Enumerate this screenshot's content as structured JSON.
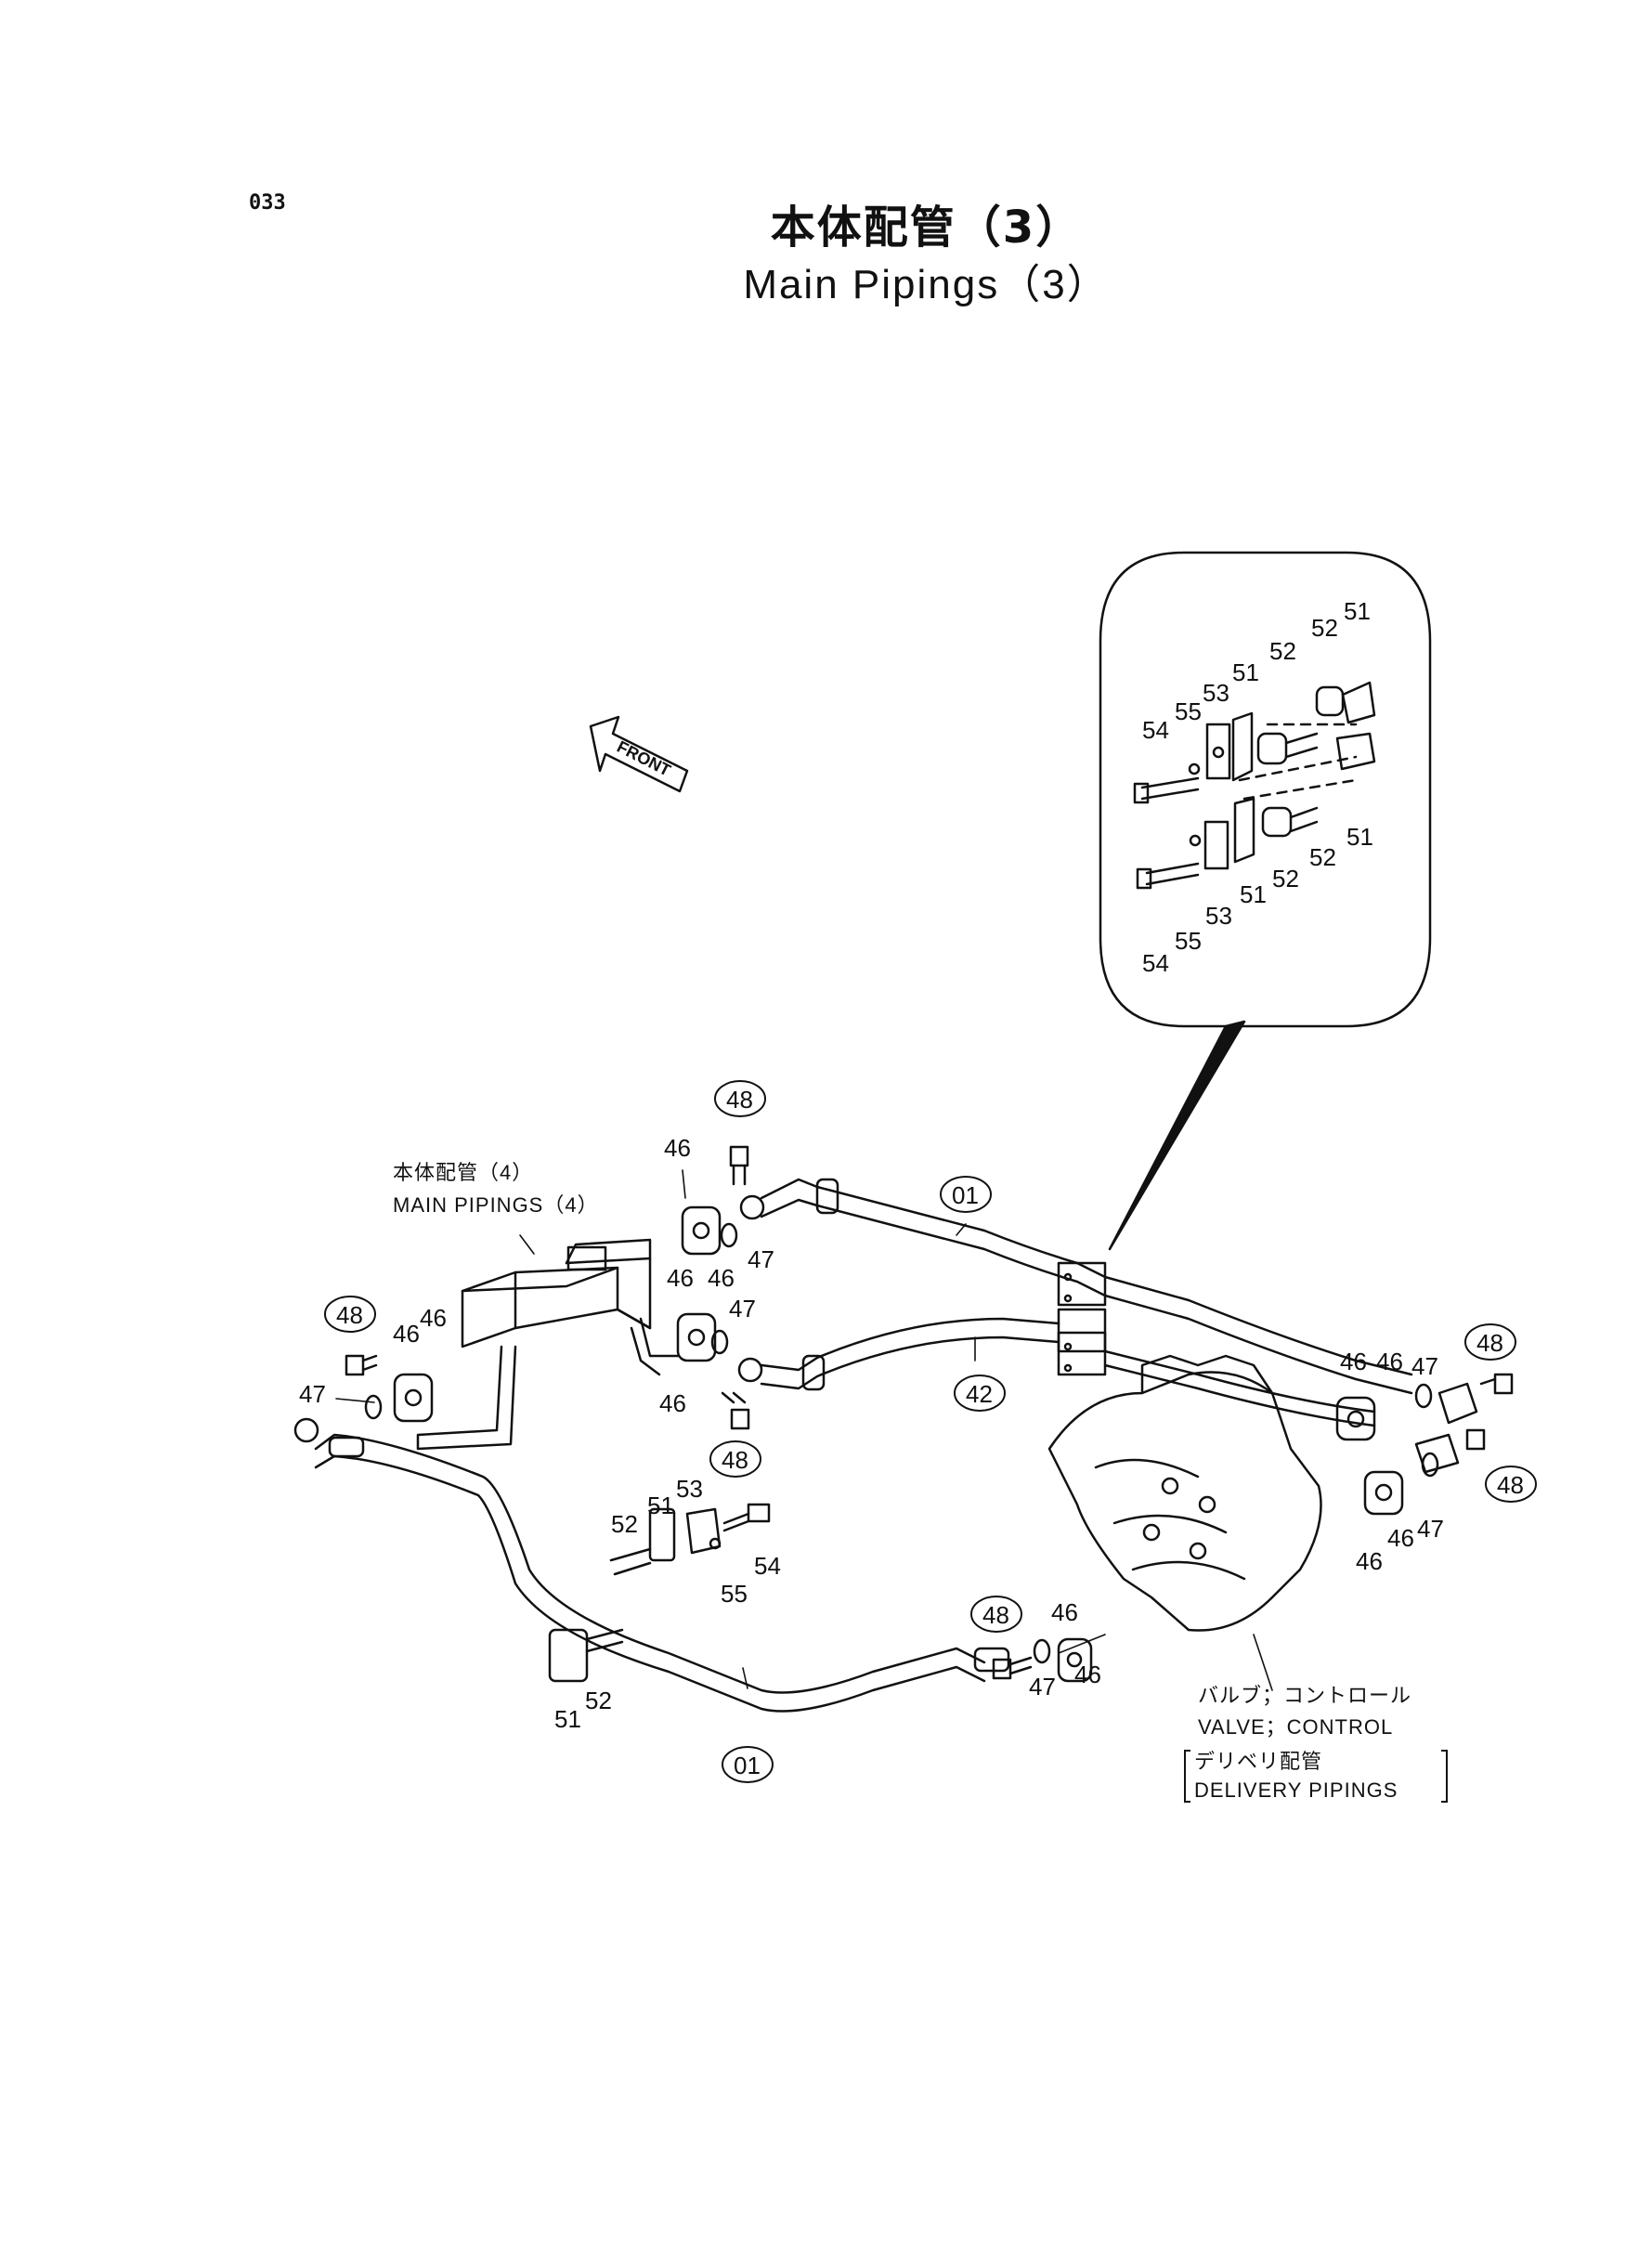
{
  "page": {
    "number": "033",
    "title_jp": "本体配管（3）",
    "title_en": "Main  Pipings（3）"
  },
  "front_arrow": "FRONT",
  "notes": {
    "main_pipings_4_jp": "本体配管（4）",
    "main_pipings_4_en": "MAIN PIPINGS（4）",
    "valve_jp": "バルブ；コントロール",
    "valve_en": "VALVE；CONTROL",
    "delivery_jp": "デリベリ配管",
    "delivery_en": "DELIVERY PIPINGS"
  },
  "part_labels": {
    "p01": "01",
    "p42": "42",
    "p46": "46",
    "p47": "47",
    "p48": "48",
    "p51": "51",
    "p52": "52",
    "p53": "53",
    "p54": "54",
    "p55": "55"
  }
}
